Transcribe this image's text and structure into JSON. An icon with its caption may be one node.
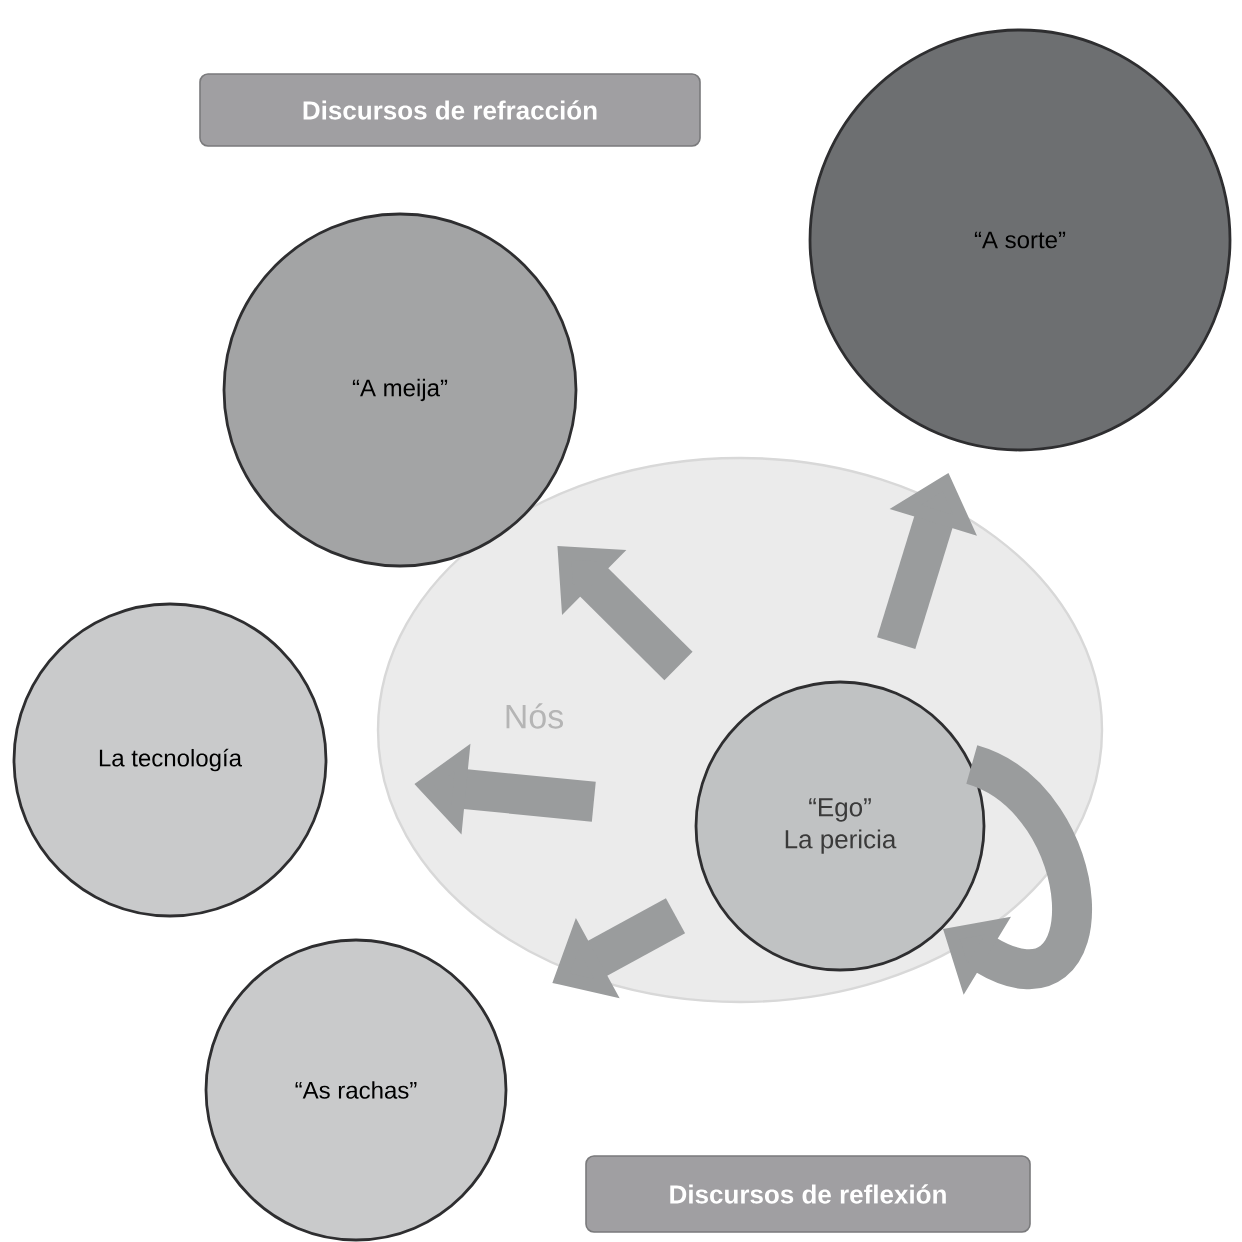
{
  "diagram": {
    "nodes": [
      {
        "text": [
          "Discursos de refracción"
        ]
      },
      {
        "text": [
          "“A sorte”"
        ]
      },
      {
        "text": [
          "“A meija”"
        ]
      },
      {
        "text": [
          "Nós"
        ]
      },
      {
        "text": [
          "La tecnología"
        ]
      },
      {
        "text": [
          "“Ego”",
          "La pericia"
        ],
        "in": 3
      },
      {
        "text": [
          "“As rachas”"
        ]
      },
      {
        "text": [
          "Discursos de reflexión"
        ]
      }
    ],
    "edges": [
      {
        "from": 5,
        "to": 2,
        "arrow": "to"
      },
      {
        "from": 5,
        "to": 1,
        "arrow": "to"
      },
      {
        "from": 5,
        "to": 4,
        "arrow": "to"
      },
      {
        "from": 5,
        "to": 6,
        "arrow": "to"
      },
      {
        "from": 5,
        "to": 5,
        "arrow": "to"
      }
    ]
  }
}
